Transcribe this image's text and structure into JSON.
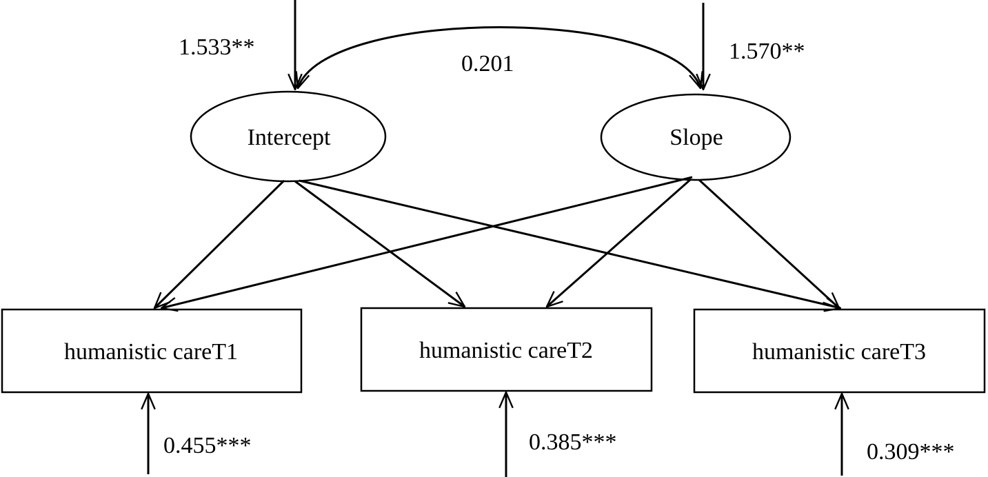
{
  "diagram": {
    "nodes": {
      "intercept": "Intercept",
      "slope": "Slope",
      "t1": "humanistic careT1",
      "t2": "humanistic careT2",
      "t3": "humanistic careT3"
    },
    "coefficients": {
      "intercept_variance": "1.533**",
      "slope_variance": "1.570**",
      "covariance": "0.201",
      "t1_residual": "0.455***",
      "t2_residual": "0.385***",
      "t3_residual": "0.309***"
    },
    "colors": {
      "stroke": "#000000",
      "background": "#ffffff"
    }
  }
}
